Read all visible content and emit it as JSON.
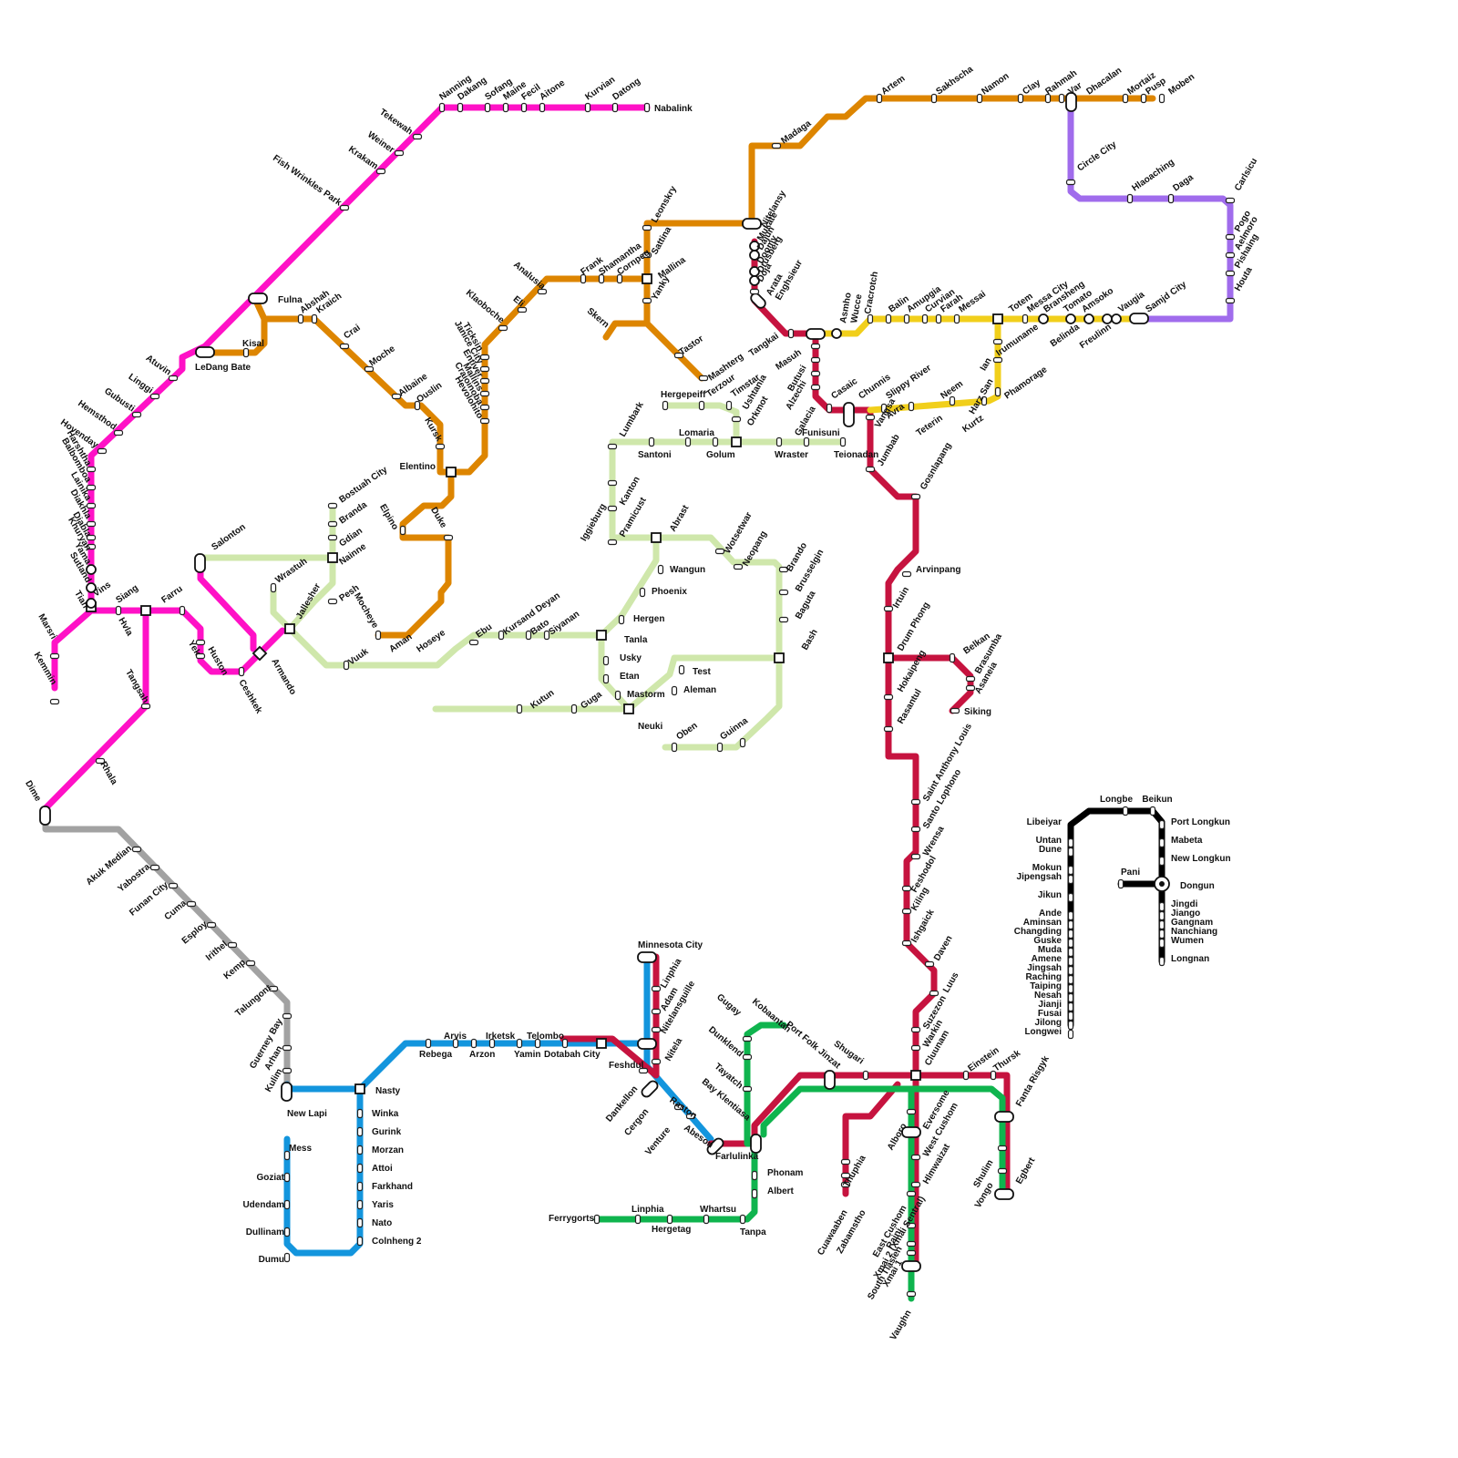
{
  "lines": [
    {
      "id": "magenta",
      "color": "#ff11c6"
    },
    {
      "id": "orange",
      "color": "#dd8500"
    },
    {
      "id": "lightgreen",
      "color": "#cfe7ab"
    },
    {
      "id": "crimson",
      "color": "#c6133f"
    },
    {
      "id": "yellow",
      "color": "#f1cf1b"
    },
    {
      "id": "purple",
      "color": "#a06cec"
    },
    {
      "id": "gray",
      "color": "#a2a2a2"
    },
    {
      "id": "blue",
      "color": "#1395dd"
    },
    {
      "id": "green",
      "color": "#0fb44e"
    },
    {
      "id": "black",
      "color": "#000000"
    }
  ],
  "stations": {
    "magenta": [
      "Nanning",
      "Dakang",
      "Sofang",
      "Maine",
      "Fecil",
      "Aitone",
      "Kurvian",
      "Datong",
      "Nabalink",
      "Tekewah",
      "Weiner",
      "Krakam",
      "Fish Wrinkles Park",
      "Fulna",
      "LeDang Bate",
      "Atuvin",
      "Linggi",
      "Gubusti",
      "Hemsthod",
      "Hovenday",
      "Harshtha",
      "Balbomboa",
      "Lainika",
      "Diakhla",
      "Diabla",
      "Khuryan",
      "Yama",
      "Sutland",
      "Vins",
      "Tiah",
      "Marsri",
      "Kemmin",
      "Siang",
      "Hvla",
      "Farru",
      "Yek",
      "Huston",
      "Ceshkek",
      "Armando",
      "Tangsah",
      "Rhala",
      "Dime"
    ],
    "orange": [
      "Kisal",
      "Abshah",
      "Kraich",
      "Crai",
      "Moche",
      "Albaine",
      "Ouslin",
      "Kursk",
      "Elentino",
      "Elpino",
      "Duke",
      "Mocheye",
      "Aman",
      "Hoseye",
      "Ticksin",
      "Janice City",
      "Entiver",
      "Mallins",
      "Craioinoba",
      "Hevolohito",
      "Klaoboche",
      "Eli",
      "Analusia",
      "Frank",
      "Shamantha",
      "Cornpeg",
      "Mallina",
      "Sattina",
      "Leonskry",
      "Yanky",
      "Skern",
      "Tastor",
      "Mashterg",
      "Nitelansy",
      "Madaga",
      "Artem",
      "Sakhscha",
      "Namon",
      "Clay",
      "Rahmah",
      "Var",
      "Dhacalan",
      "Mortaiz",
      "Pusp",
      "Moben"
    ],
    "lightgreen": [
      "Salonton",
      "Wrastuh",
      "Jallesher",
      "Pesh",
      "Nainne",
      "Gdian",
      "Branda",
      "Bostuah City",
      "Vuuk",
      "Ebu",
      "Kursand Deyan",
      "Bato",
      "Siyanan",
      "Tanla",
      "Usky",
      "Etan",
      "Mastorm",
      "Neuki",
      "Kutun",
      "Guga",
      "Aleman",
      "Test",
      "Bash",
      "Baguta",
      "Brusselgin",
      "Brando",
      "Neopang",
      "Wotsetwar",
      "Abrast",
      "Wangun",
      "Phoenix",
      "Hergen",
      "Pramicust",
      "Kanton",
      "Iggieburg",
      "Lumbark",
      "Santoni",
      "Lomaria",
      "Golum",
      "Orkmot",
      "Wraster",
      "Funisuni",
      "Teionadan",
      "Hergepeiff",
      "Terzour",
      "Timstar",
      "Ushtania",
      "Oben",
      "Guinna"
    ],
    "crimson": [
      "Mukate",
      "Dajun",
      "Doomy",
      "Drusberg",
      "Doja",
      "Arata",
      "Enghsieur",
      "Tangkai",
      "Masuh",
      "Butusi",
      "Alzechi",
      "Galacia",
      "Casaic",
      "Chunnis",
      "Vangsa",
      "Jumbab",
      "Gosnlapang",
      "Arvinpang",
      "Irtuin",
      "Drum Phong",
      "Belkan",
      "Brasumba",
      "Asaneia",
      "Siking",
      "Hokaipeng",
      "Rasantul",
      "Saint Anthony Louis",
      "Santo Lophono",
      "Wrensa",
      "Feshodol",
      "Kiling",
      "Ishgaick",
      "Daven",
      "Luus",
      "Suzezon",
      "Warkin",
      "Cluunam",
      "Einstein",
      "Thursk",
      "Fanta Risgyk",
      "Egbert",
      "Xmai 2 (Xmai Sentral)",
      "Shugari",
      "Zabamstho",
      "Thuphia",
      "Cuawaaben",
      "Linphia",
      "Adam",
      "Nitelansguille",
      "Nitela",
      "Raston",
      "Abeson",
      "Farlulinka"
    ],
    "yellow": [
      "Asmho",
      "Wucce",
      "Cracrotch",
      "Balin",
      "Amupgia",
      "Curvian",
      "Farah",
      "Messai",
      "Totem",
      "Messa City",
      "Bransheng",
      "Irumuname",
      "Tomato",
      "Amsoko",
      "Belinda",
      "Vaugia",
      "Freulinn",
      "Samjd City",
      "Ian",
      "Harz San",
      "Phamorage",
      "Kurtz",
      "Neem",
      "Teterin",
      "Avra",
      "Slippy River"
    ],
    "purple": [
      "Circle City",
      "Hlaoaching",
      "Daga",
      "Carlsicu",
      "Pogo",
      "Aelmoro",
      "Pishaing",
      "Houta"
    ],
    "gray": [
      "Akuk Median",
      "Yabostra",
      "Funan City",
      "Cuma",
      "Esploy",
      "Irithel",
      "Kemp",
      "Talungont",
      "Guerney Bay",
      "Arhan",
      "Kulim"
    ],
    "blue": [
      "New Lapi",
      "Nasty",
      "Winka",
      "Gurink",
      "Morzan",
      "Attoi",
      "Farkhand",
      "Yaris",
      "Nato",
      "Colnheng 2",
      "Mess",
      "Goziat",
      "Udendam",
      "Dullinam",
      "Dumu",
      "Arvis",
      "Irketsk",
      "Telombo",
      "Rebega",
      "Arzon",
      "Yamin",
      "Dotabah City",
      "Feshdul",
      "Minnesota City",
      "Dankellon",
      "Cergon",
      "Venture"
    ],
    "green": [
      "Kobaantah",
      "Port Folk Jinzat",
      "Gugay",
      "Dunklend",
      "Tayatch",
      "Bay Klentiasa",
      "Phonam",
      "Albert",
      "Tanpa",
      "Whartsu",
      "Linphia",
      "Hergetag",
      "Ferrygorts",
      "Alboro",
      "Eversome",
      "West Cushom",
      "Hlmwaizat",
      "East Cushom",
      "Raini",
      "South Tlasien",
      "Xmai 1",
      "Vaughn",
      "Shulim",
      "Vongo"
    ],
    "black": [
      "Longbe",
      "Beikun",
      "Libeiyar",
      "Untan",
      "Dune",
      "Mokun",
      "Jipengsah",
      "Jikun",
      "Ande",
      "Aminsan",
      "Changding",
      "Guske",
      "Muda",
      "Amene",
      "Jingsah",
      "Raching",
      "Taiping",
      "Nesah",
      "Jianji",
      "Fusai",
      "Jilong",
      "Longwei",
      "Port Longkun",
      "Mabeta",
      "New Longkun",
      "Pani",
      "Dongun",
      "Jingdi",
      "Jiango",
      "Gangnam",
      "Nanchiang",
      "Wumen",
      "Longnan"
    ]
  }
}
